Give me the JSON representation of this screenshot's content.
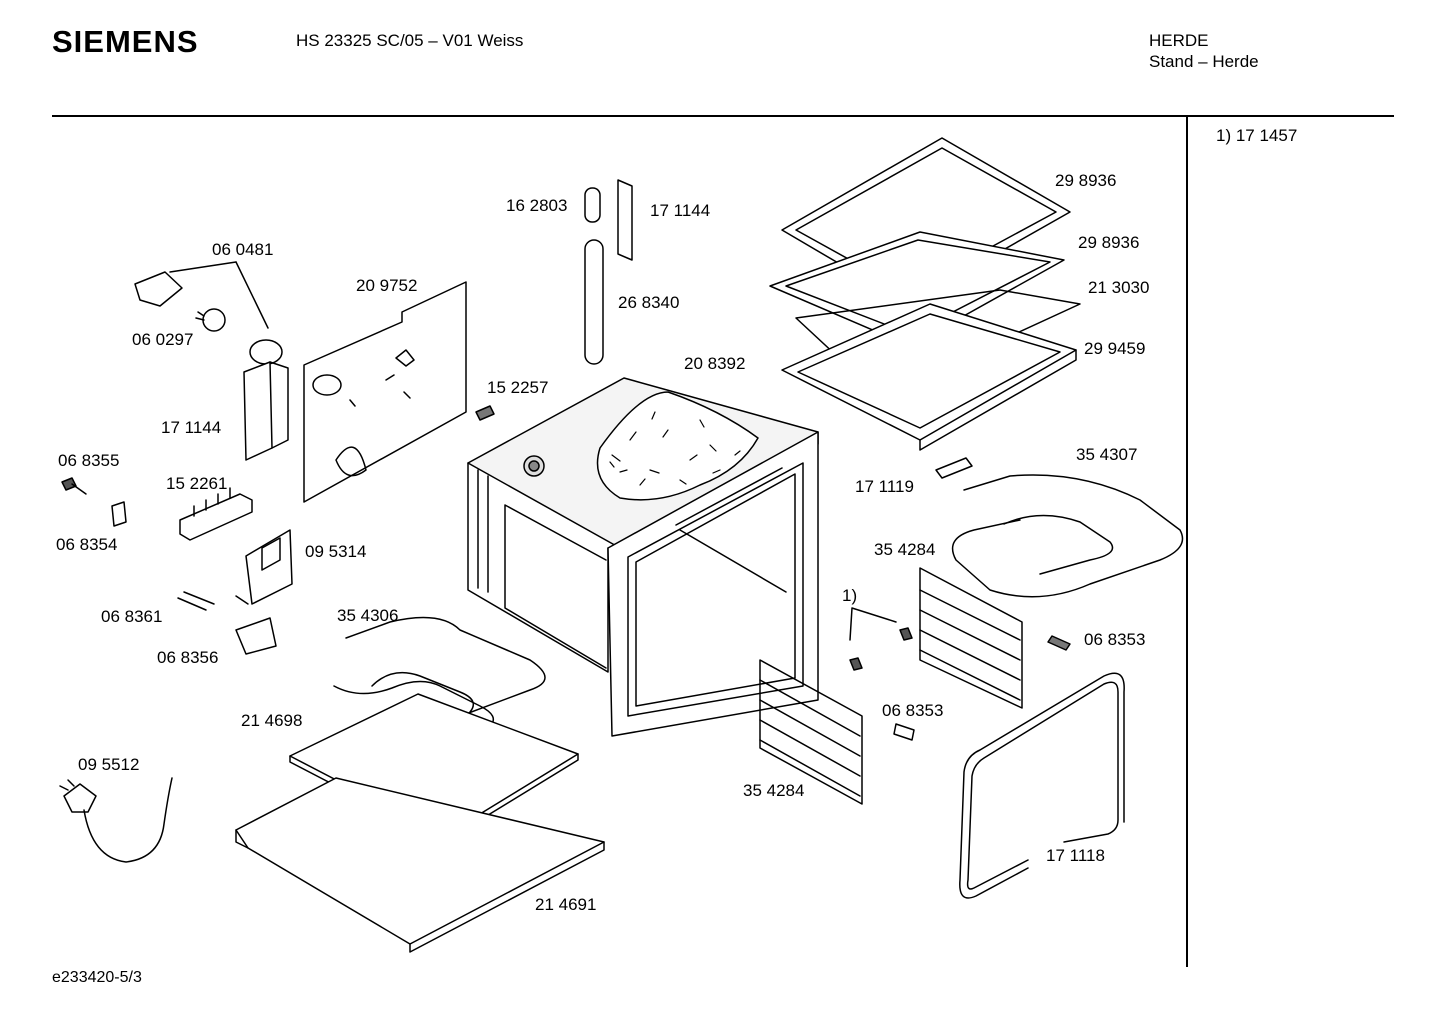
{
  "header": {
    "brand": "SIEMENS",
    "model": "HS 23325 SC/05 – V01 Weiss",
    "category": "HERDE",
    "subcategory": "Stand – Herde"
  },
  "sidebar": {
    "note": "1) 17 1457"
  },
  "footer": {
    "drawing_id": "e233420-5/3"
  },
  "parts": {
    "p060481": "06 0481",
    "p060297": "06 0297",
    "p209752": "20 9752",
    "p171144a": "17 1144",
    "p068355": "06 8355",
    "p068354": "06 8354",
    "p152261": "15 2261",
    "p095314": "09 5314",
    "p068361": "06 8361",
    "p068356": "06 8356",
    "p095512": "09 5512",
    "p162803": "16 2803",
    "p171144b": "17 1144",
    "p268340": "26 8340",
    "p152257": "15 2257",
    "p208392": "20 8392",
    "p354306": "35 4306",
    "p214698": "21 4698",
    "p214691": "21 4691",
    "p298936a": "29 8936",
    "p298936b": "29 8936",
    "p213030": "21 3030",
    "p299459": "29 9459",
    "p354307": "35 4307",
    "p171119": "17 1119",
    "p354284a": "35 4284",
    "p068353a": "06 8353",
    "p068353b": "06 8353",
    "p354284b": "35 4284",
    "p171118": "17 1118",
    "ref1": "1)"
  }
}
